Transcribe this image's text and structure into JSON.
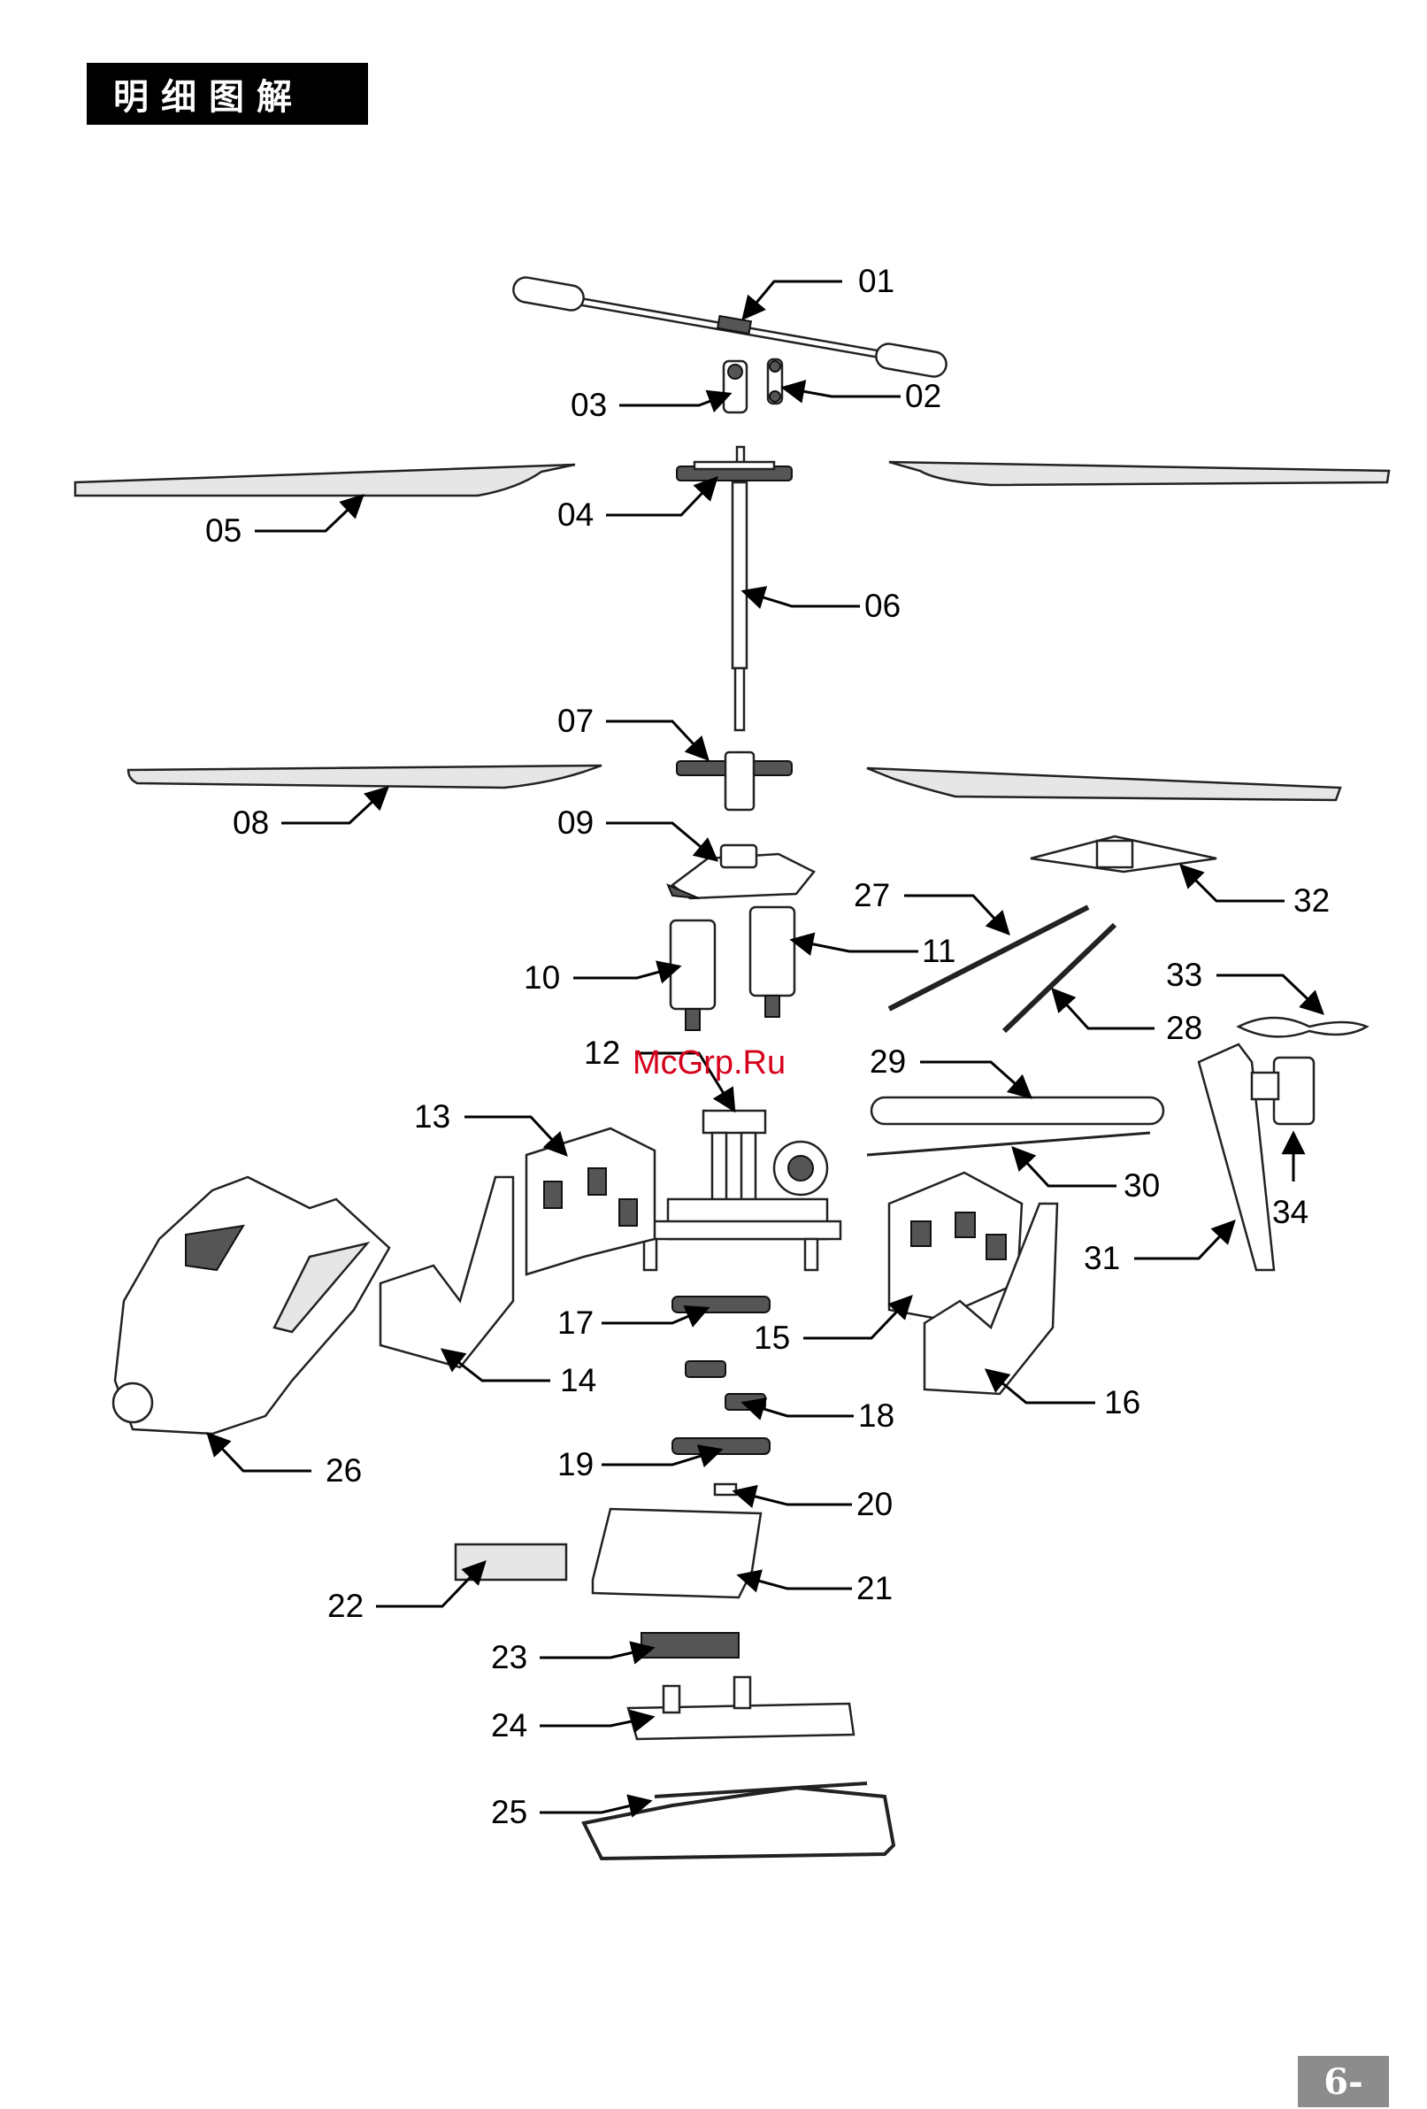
{
  "header": {
    "title": "明细图解"
  },
  "watermark": "McGrp.Ru",
  "page_number": "6-",
  "callouts": [
    "01",
    "02",
    "03",
    "04",
    "05",
    "06",
    "07",
    "08",
    "09",
    "10",
    "11",
    "12",
    "13",
    "14",
    "15",
    "16",
    "17",
    "18",
    "19",
    "20",
    "21",
    "22",
    "23",
    "24",
    "25",
    "26",
    "27",
    "28",
    "29",
    "30",
    "31",
    "32",
    "33",
    "34"
  ]
}
